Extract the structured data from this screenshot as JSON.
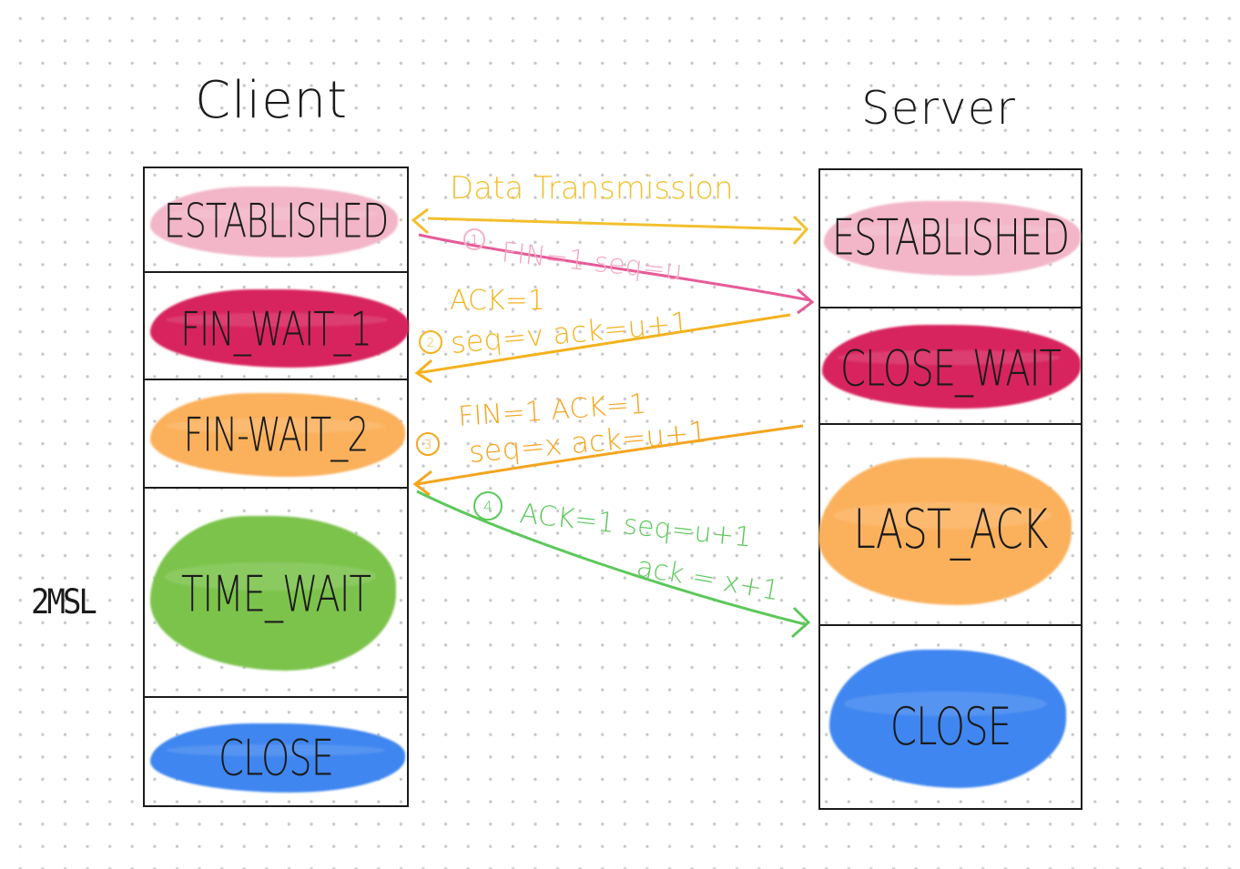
{
  "headers": {
    "client": "Client",
    "server": "Server"
  },
  "side_label": "2MSL",
  "client_states": [
    {
      "label": "ESTABLISHED",
      "color": "#f2b6c8"
    },
    {
      "label": "FIN_WAIT_1",
      "color": "#d8245e"
    },
    {
      "label": "FIN-WAIT_2",
      "color": "#fbb15c"
    },
    {
      "label": "TIME_WAIT",
      "color": "#7cc34c"
    },
    {
      "label": "CLOSE",
      "color": "#3f86f0"
    }
  ],
  "server_states": [
    {
      "label": "ESTABLISHED",
      "color": "#f2b6c8"
    },
    {
      "label": "CLOSE_WAIT",
      "color": "#d8245e"
    },
    {
      "label": "LAST_ACK",
      "color": "#fbb15c"
    },
    {
      "label": "CLOSE",
      "color": "#3f86f0"
    }
  ],
  "messages": {
    "data": {
      "text": "Data Transmission",
      "color": "#f2c02e"
    },
    "m1": {
      "num": "1",
      "lines": [
        "FIN=1  seq=u"
      ],
      "color": "#e65b98"
    },
    "m2": {
      "num": "2",
      "lines": [
        "ACK=1",
        "seq=v  ack=u+1"
      ],
      "color": "#f4b21f"
    },
    "m3": {
      "num": "3",
      "lines": [
        "FIN=1  ACK=1",
        "seq=x  ack=u+1"
      ],
      "color": "#f4a51f"
    },
    "m4": {
      "num": "4",
      "lines": [
        "ACK=1   seq=u+1",
        "ack = x+1"
      ],
      "color": "#5cc85a"
    }
  }
}
